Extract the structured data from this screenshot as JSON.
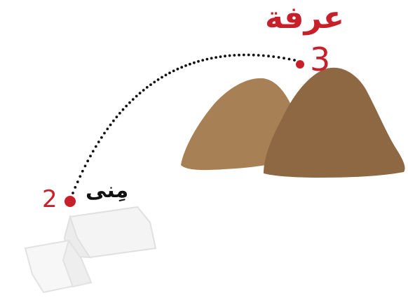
{
  "stops": [
    {
      "number": "2",
      "name": "مِنى"
    },
    {
      "number": "3",
      "name": "عرفة"
    }
  ],
  "colors": {
    "marker": "#c8202a",
    "mountain_back": "#a88055",
    "mountain_front": "#8e6843",
    "tent_fill": "#f3f3f3",
    "tent_stroke": "#e2e2e2",
    "path_dots": "#111111"
  }
}
